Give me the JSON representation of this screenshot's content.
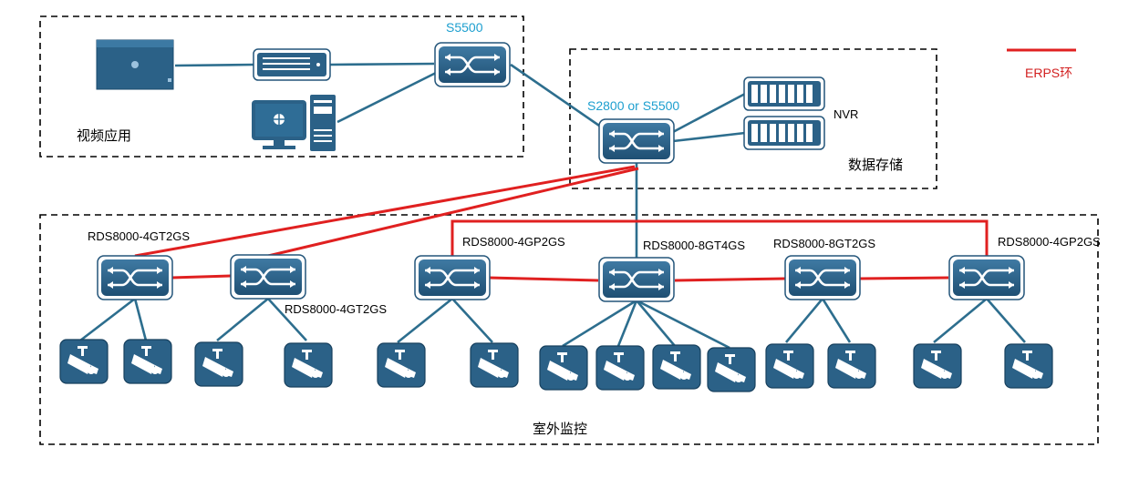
{
  "labels": {
    "core_switch": "S5500",
    "agg_switch": "S2800 or S5500",
    "nvr": "NVR",
    "legend": "ERPS环",
    "video_app": "视频应用",
    "data_storage": "数据存储",
    "outdoor_monitoring": "室外监控",
    "sw1": "RDS8000-4GT2GS",
    "sw2": "RDS8000-4GT2GS",
    "sw3": "RDS8000-4GP2GS",
    "sw4": "RDS8000-8GT4GS",
    "sw5": "RDS8000-8GT2GS",
    "sw6": "RDS8000-4GP2GS"
  },
  "colors": {
    "device_fill": "#2b6187",
    "link": "#2d6e8e",
    "erps": "#e02020",
    "label_cyan": "#1d9fcf"
  },
  "icons": {
    "switch": "switch-icon",
    "camera": "camera-icon",
    "server": "server-icon",
    "storage": "storage-icon",
    "monitor": "monitor-icon",
    "pc_tower": "pc-tower-icon",
    "video_screen": "video-screen-icon"
  }
}
